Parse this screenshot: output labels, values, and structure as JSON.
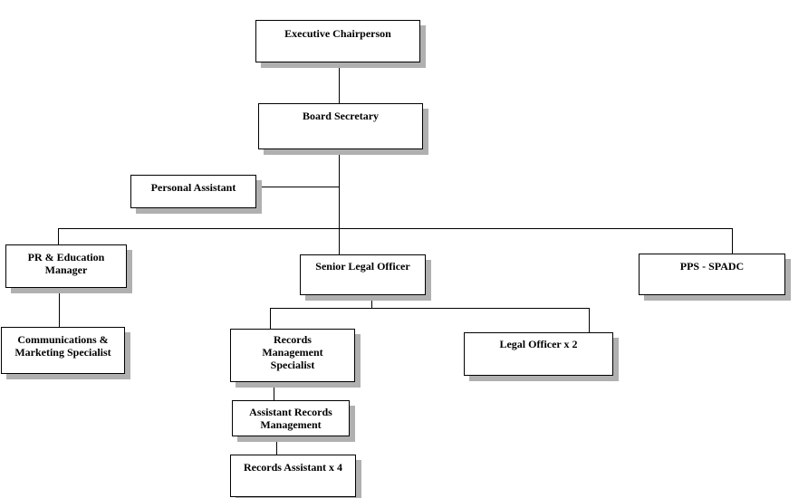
{
  "org_chart": {
    "executive_chairperson": "Executive Chairperson",
    "board_secretary": "Board Secretary",
    "personal_assistant": "Personal Assistant",
    "pr_education_manager": "PR & Education\nManager",
    "senior_legal_officer": "Senior Legal Officer",
    "pps_spadc": "PPS - SPADC",
    "communications_marketing_specialist": "Communications &\nMarketing Specialist",
    "records_management_specialist": "Records\nManagement\nSpecialist",
    "legal_officer": "Legal Officer x 2",
    "assistant_records_management": "Assistant Records\nManagement",
    "records_assistant": "Records Assistant x 4"
  }
}
